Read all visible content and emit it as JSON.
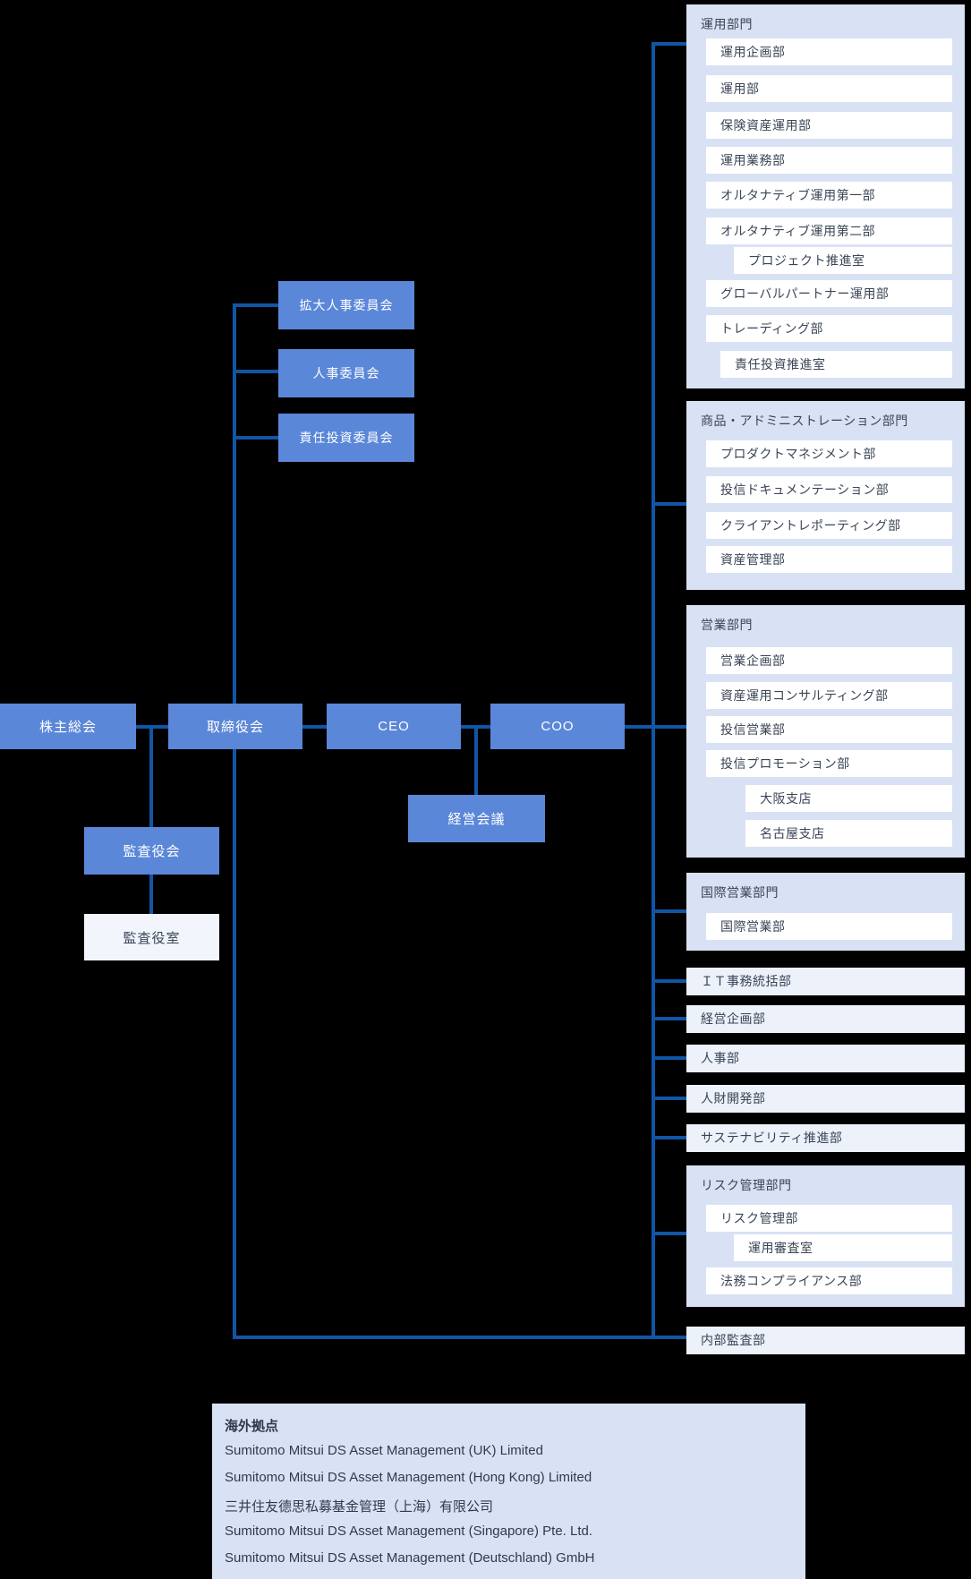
{
  "colors": {
    "node_blue": "#5b87d8",
    "connector_blue": "#1155a5",
    "section_panel_blue": "#d9e2f4",
    "band_light_blue": "#ecf1fa",
    "background": "#000000"
  },
  "governance": {
    "shareholders_meeting": "株主総会",
    "board_of_directors": "取締役会",
    "ceo": "CEO",
    "coo": "COO",
    "management_meeting": "経営会議",
    "audit_and_supervisory_board": "監査役会",
    "audit_and_supervisory_board_office": "監査役室",
    "committees": [
      "拡大人事委員会",
      "人事委員会",
      "責任投資委員会"
    ]
  },
  "sections": [
    {
      "title": "運用部門",
      "items": [
        "運用企画部",
        "運用部",
        "保険資産運用部",
        "運用業務部",
        "オルタナティブ運用第一部",
        "オルタナティブ運用第二部",
        "プロジェクト推進室",
        "グローバルパートナー運用部",
        "トレーディング部",
        "責任投資推進室"
      ]
    },
    {
      "title": "商品・アドミニストレーション部門",
      "items": [
        "プロダクトマネジメント部",
        "投信ドキュメンテーション部",
        "クライアントレポーティング部",
        "資産管理部"
      ]
    },
    {
      "title": "営業部門",
      "items": [
        "営業企画部",
        "資産運用コンサルティング部",
        "投信営業部",
        "投信プロモーション部",
        "大阪支店",
        "名古屋支店"
      ]
    },
    {
      "title": "国際営業部門",
      "items": [
        "国際営業部"
      ]
    },
    {
      "title": "リスク管理部門",
      "items": [
        "リスク管理部",
        "運用審査室",
        "法務コンプライアンス部"
      ]
    }
  ],
  "departments": [
    "ＩＴ事務統括部",
    "経営企画部",
    "人事部",
    "人財開発部",
    "サステナビリティ推進部",
    "内部監査部"
  ],
  "overseas": {
    "title": "海外拠点",
    "locations": [
      "Sumitomo Mitsui DS Asset Management (UK) Limited",
      "Sumitomo Mitsui DS Asset Management (Hong Kong) Limited",
      "三井住友德思私募基金管理（上海）有限公司",
      "Sumitomo Mitsui DS Asset Management (Singapore) Pte. Ltd.",
      "Sumitomo Mitsui DS Asset Management (Deutschland) GmbH"
    ]
  }
}
